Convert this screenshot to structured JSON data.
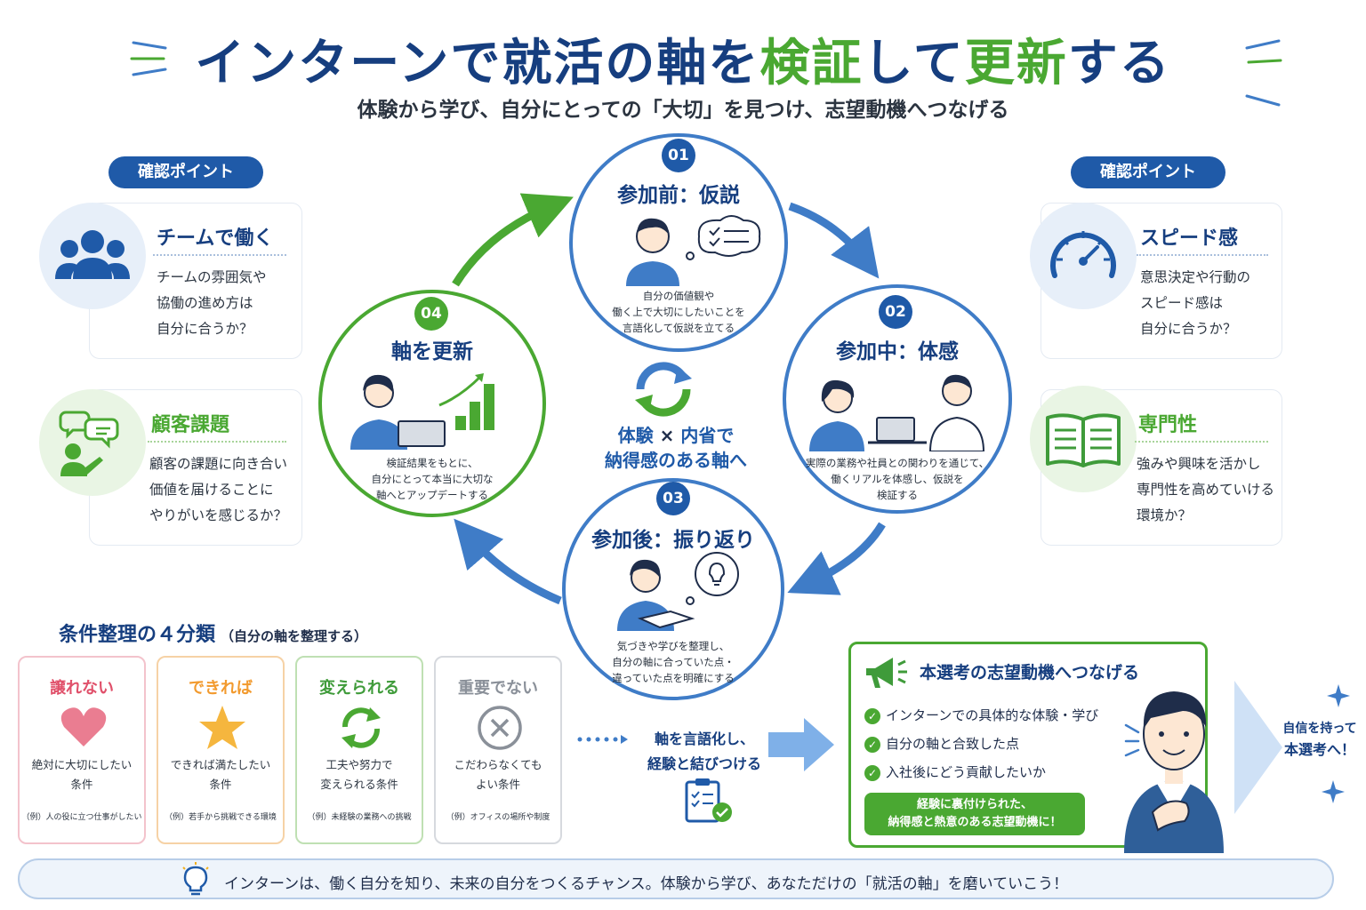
{
  "header": {
    "title_part1": "インターンで就活の軸を",
    "title_part2": "検証",
    "title_part3": "して",
    "title_part4": "更新",
    "title_part5": "する",
    "subtitle": "体験から学び、自分にとっての「大切」を見つけ、志望動機へつなげる"
  },
  "left_panel": {
    "pill": "確認ポイント",
    "cards": [
      {
        "title": "チームで働く",
        "lines": [
          "チームの雰囲気や",
          "協働の進め方は",
          "自分に合うか？"
        ]
      },
      {
        "title": "顧客課題",
        "lines": [
          "顧客の課題に向き合い",
          "価値を届けることに",
          "やりがいを感じるか？"
        ]
      }
    ]
  },
  "right_panel": {
    "pill": "確認ポイント",
    "cards": [
      {
        "title": "スピード感",
        "lines": [
          "意思決定や行動の",
          "スピード感は",
          "自分に合うか？"
        ]
      },
      {
        "title": "専門性",
        "lines": [
          "強みや興味を活かし",
          "専門性を高めていける",
          "環境か？"
        ]
      }
    ]
  },
  "cycle": {
    "center_line1_a": "体験",
    "center_line1_b": "×",
    "center_line1_c": "内省で",
    "center_line2": "納得感のある軸へ",
    "steps": [
      {
        "num": "01",
        "title": "参加前：仮説",
        "lines": [
          "自分の価値観や",
          "働く上で大切にしたいことを",
          "言語化して仮説を立てる"
        ]
      },
      {
        "num": "02",
        "title": "参加中：体感",
        "lines": [
          "実際の業務や社員との関わりを通じて、",
          "働くリアルを体感し、仮説を",
          "検証する"
        ]
      },
      {
        "num": "03",
        "title": "参加後：振り返り",
        "lines": [
          "気づきや学びを整理し、",
          "自分の軸に合っていた点・",
          "違っていた点を明確にする"
        ]
      },
      {
        "num": "04",
        "title": "軸を更新",
        "lines": [
          "検証結果をもとに、",
          "自分にとって本当に大切な",
          "軸へとアップデートする"
        ]
      }
    ]
  },
  "conditions": {
    "heading": "条件整理の４分類",
    "heading_note": "（自分の軸を整理する）",
    "items": [
      {
        "title": "譲れない",
        "line1": "絶対に大切にしたい",
        "line2": "条件",
        "example": "（例）人の役に立つ仕事がしたい",
        "color": "#e0506a"
      },
      {
        "title": "できれば",
        "line1": "できれば満たしたい",
        "line2": "条件",
        "example": "（例）若手から挑戦できる環境",
        "color": "#f29a2e"
      },
      {
        "title": "変えられる",
        "line1": "工夫や努力で",
        "line2": "変えられる条件",
        "example": "（例）未経験の業務への挑戦",
        "color": "#3f9b3a"
      },
      {
        "title": "重要でない",
        "line1": "こだわらなくても",
        "line2": "よい条件",
        "example": "（例）オフィスの場所や制度",
        "color": "#8a9099"
      }
    ]
  },
  "verbalize": {
    "line1": "軸を言語化し、",
    "line2": "経験と結びつける"
  },
  "motive": {
    "title": "本選考の志望動機へつなげる",
    "checks": [
      "インターンでの具体的な体験・学び",
      "自分の軸と合致した点",
      "入社後にどう貢献したいか"
    ],
    "banner_line1": "経験に裏付けられた、",
    "banner_line2": "納得感と熱意のある志望動機に！",
    "side_line1": "自信を持って",
    "side_line2": "本選考へ！"
  },
  "footer": {
    "text": "インターンは、働く自分を知り、未来の自分をつくるチャンス。体験から学び、あなただけの「就活の軸」を磨いていこう！"
  },
  "colors": {
    "navy": "#163e7f",
    "blue": "#3f7cc7",
    "green": "#4aa832"
  }
}
